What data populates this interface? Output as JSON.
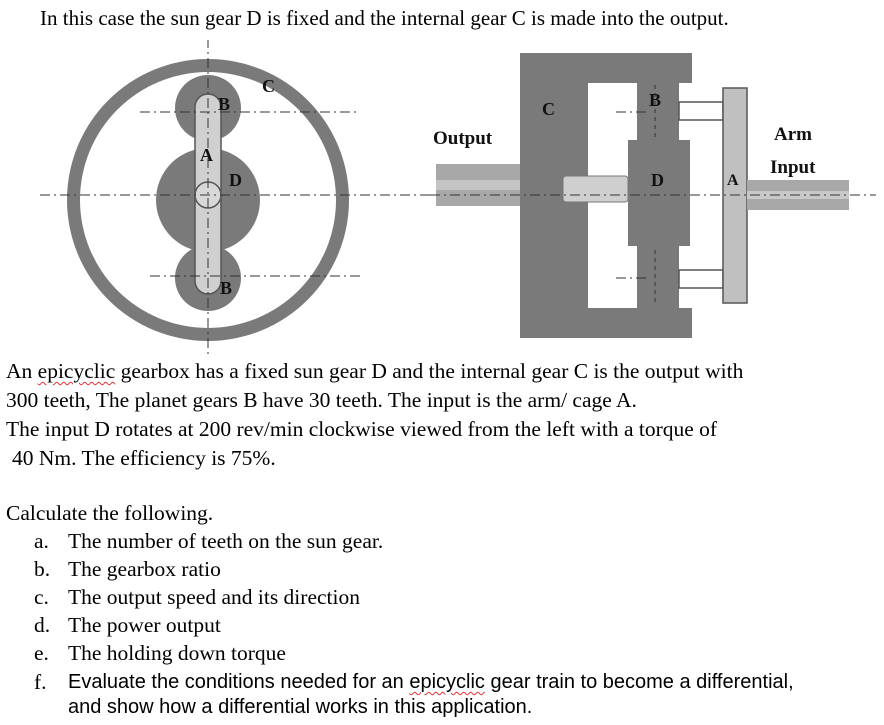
{
  "heading": "In this case the sun gear D is fixed and the internal gear C is made into the output.",
  "diagram": {
    "left_labels": {
      "B_top": "B",
      "C": "C",
      "A": "A",
      "D": "D",
      "B_bottom": "B"
    },
    "right_labels": {
      "output": "Output",
      "C": "C",
      "B": "B",
      "D": "D",
      "A": "A",
      "arm": "Arm",
      "input": "Input"
    }
  },
  "paragraph": {
    "line1_pre": "An ",
    "line1_word": "epicyclic",
    "line1_post": " gearbox has a fixed sun gear D and the internal gear C is the output with",
    "line2": "300 teeth, The planet gears B have 30 teeth. The input is the arm/ cage A.",
    "line3": "The input D rotates at 200 rev/min clockwise viewed from the left with a torque of",
    "line4": "40 Nm. The efficiency is 75%."
  },
  "calc_intro": "Calculate the following.",
  "questions": [
    {
      "marker": "a.",
      "text": "The number of teeth on the sun gear."
    },
    {
      "marker": "b.",
      "text": "The gearbox ratio"
    },
    {
      "marker": "c.",
      "text": "The output speed and its direction"
    },
    {
      "marker": "d.",
      "text": "The power output"
    },
    {
      "marker": "e.",
      "text": "The holding down torque"
    }
  ],
  "question_f": {
    "marker": "f.",
    "pre": "Evaluate the conditions needed for an ",
    "word": "epicyclic",
    "post": " gear train to become a differential, and show how a differential works in this application."
  }
}
